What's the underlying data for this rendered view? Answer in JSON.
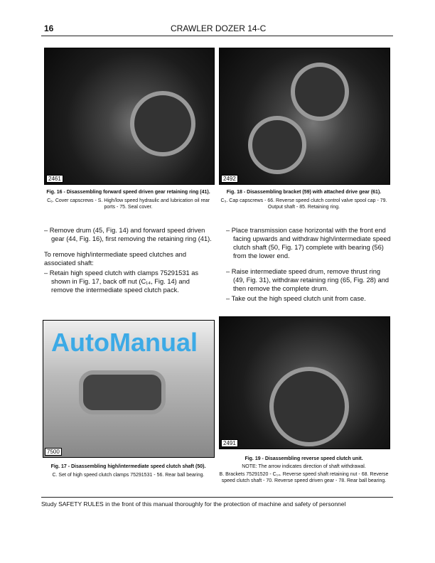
{
  "header": {
    "page_number": "16",
    "title": "CRAWLER DOZER 14-C"
  },
  "fig16": {
    "photo_id": "2461",
    "title": "Fig. 16 - Disassembling forward speed driven gear retaining ring (41).",
    "legend": "C₆. Cover capscrews - S. High/low speed hydraulic and lubrication oil rear ports - 75. Seal cover."
  },
  "fig18": {
    "photo_id": "2492",
    "title": "Fig. 18 - Disassembling bracket (59) with attached drive gear (61).",
    "legend": "C₅. Cap capscrews - 66. Reverse speed clutch control valve spool cap - 79. Output shaft - 85. Retaining ring."
  },
  "fig17": {
    "photo_id": "7500",
    "title": "Fig. 17 - Disassembling high/intermediate speed clutch shaft (50).",
    "legend": "C. Set of high speed clutch clamps 75291531 - 56. Rear ball bearing."
  },
  "fig19": {
    "photo_id": "2491",
    "title": "Fig. 19 - Disassembling reverse speed clutch unit.",
    "note": "NOTE: The arrow indicates direction of shaft withdrawal.",
    "legend": "B. Brackets 75291520 - C₁₄. Reverse speed shaft retaining nut - 68. Reverse speed clutch shaft - 70. Reverse speed driven gear - 78. Rear ball bearing."
  },
  "left_text": {
    "step1": "– Remove drum (45, Fig. 14) and forward speed driven gear (44, Fig. 16), first removing the retaining ring (41).",
    "intro": "To remove high/intermediate speed clutches and associated shaft:",
    "step2": "– Retain high speed clutch with clamps 75291531 as shown in Fig. 17, back off nut (C₁₄, Fig. 14) and remove the intermediate speed clutch pack."
  },
  "right_text": {
    "step1": "– Place transmission case horizontal with the front end facing upwards and withdraw high/intermediate speed clutch shaft (50, Fig. 17) complete with bearing (56) from the lower end.",
    "step2": "– Raise intermediate speed drum, remove thrust ring (49, Fig. 31), withdraw retaining ring (65, Fig. 28) and then remove the complete drum.",
    "step3": "– Take out the high speed clutch unit from case."
  },
  "footer": "Study SAFETY RULES in the front of this manual thoroughly for the protection of machine and safety of personnel",
  "watermark": "AutoManual",
  "colors": {
    "watermark": "#3caae6"
  }
}
